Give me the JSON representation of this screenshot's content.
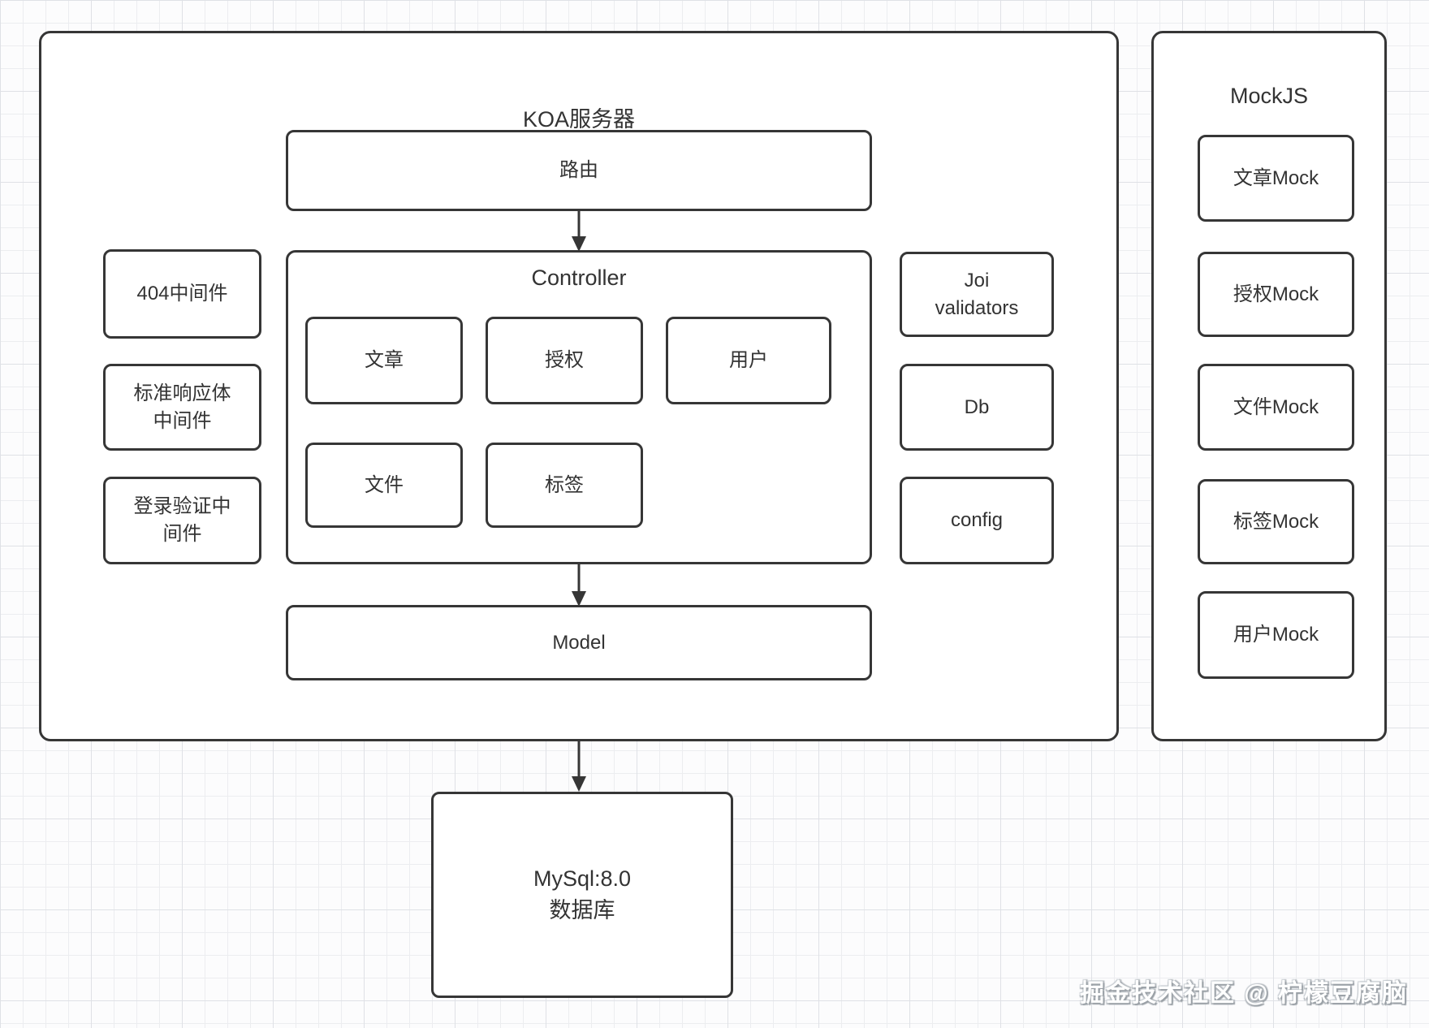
{
  "colors": {
    "stroke": "#363636",
    "text": "#333333",
    "box_bg": "#ffffff",
    "canvas_bg": "#fcfcfd",
    "grid_minor": "#ecedf0",
    "grid_major": "#dfe1e6",
    "watermark_text": "#ffffff"
  },
  "koa_panel": {
    "title": "KOA服务器",
    "route_box": "路由",
    "controller": {
      "title": "Controller",
      "modules": [
        "文章",
        "授权",
        "用户",
        "文件",
        "标签"
      ]
    },
    "middlewares": [
      "404中间件",
      "标准响应体中间件",
      "登录验证中间件"
    ],
    "services": [
      "Joi validators",
      "Db",
      "config"
    ],
    "model_box": "Model"
  },
  "mockjs_panel": {
    "title": "MockJS",
    "items": [
      "文章Mock",
      "授权Mock",
      "文件Mock",
      "标签Mock",
      "用户Mock"
    ]
  },
  "database_box": {
    "line1": "MySql:8.0",
    "line2": "数据库"
  },
  "watermark": "掘金技术社区 @ 柠檬豆腐脑"
}
